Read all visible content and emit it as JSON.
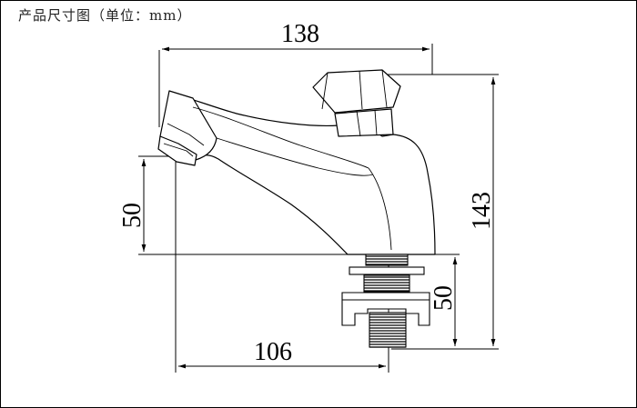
{
  "title": "产品尺寸图（单位：mm）",
  "dimensions": {
    "overall_width": "138",
    "overall_height": "143",
    "spout_height": "50",
    "thread_length": "50",
    "spout_reach": "106"
  }
}
